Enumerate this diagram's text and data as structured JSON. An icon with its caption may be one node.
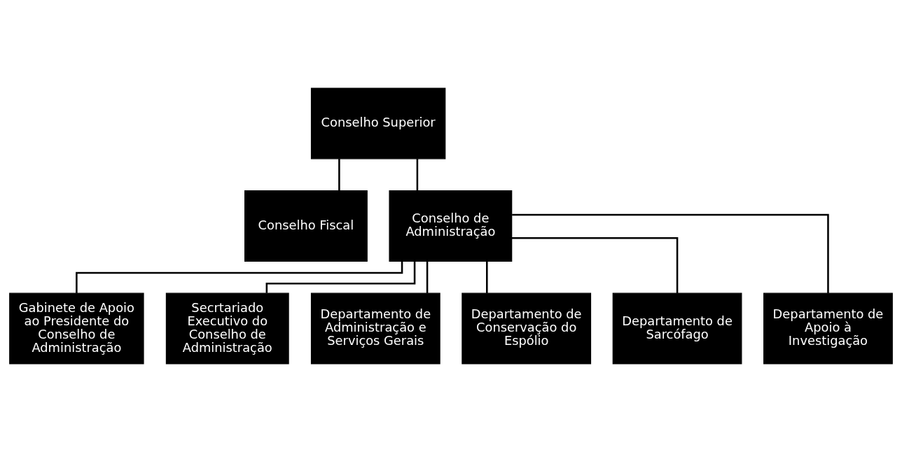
{
  "diagram": {
    "nodes": [
      {
        "text": [
          "Conselho Superior"
        ]
      },
      {
        "text": [
          "Conselho Fiscal"
        ]
      },
      {
        "text": [
          "Conselho de Administração"
        ]
      },
      {
        "text": [
          "Gabinete de Apoio ao Presidente do Conselho de Administração"
        ]
      },
      {
        "text": [
          "Secrtariado Executivo do Conselho de Administração"
        ]
      },
      {
        "text": [
          "Departamento de Administração e Serviços Gerais"
        ]
      },
      {
        "text": [
          "Departamento de Conservação do Espólio"
        ]
      },
      {
        "text": [
          "Departamento de Sarcófago"
        ]
      },
      {
        "text": [
          "Departamento de Apoio à Investigação"
        ]
      }
    ],
    "edges": [
      {
        "from": 0,
        "to": 2,
        "arrow": "none"
      },
      {
        "from": 0,
        "to": 1,
        "arrow": "none"
      },
      {
        "from": 2,
        "to": 3,
        "arrow": "none"
      },
      {
        "from": 2,
        "to": 4,
        "arrow": "none"
      },
      {
        "from": 2,
        "to": 5,
        "arrow": "none"
      },
      {
        "from": 2,
        "to": 6,
        "arrow": "none"
      },
      {
        "from": 2,
        "to": 7,
        "arrow": "none"
      },
      {
        "from": 2,
        "to": 8,
        "arrow": "none"
      }
    ]
  }
}
